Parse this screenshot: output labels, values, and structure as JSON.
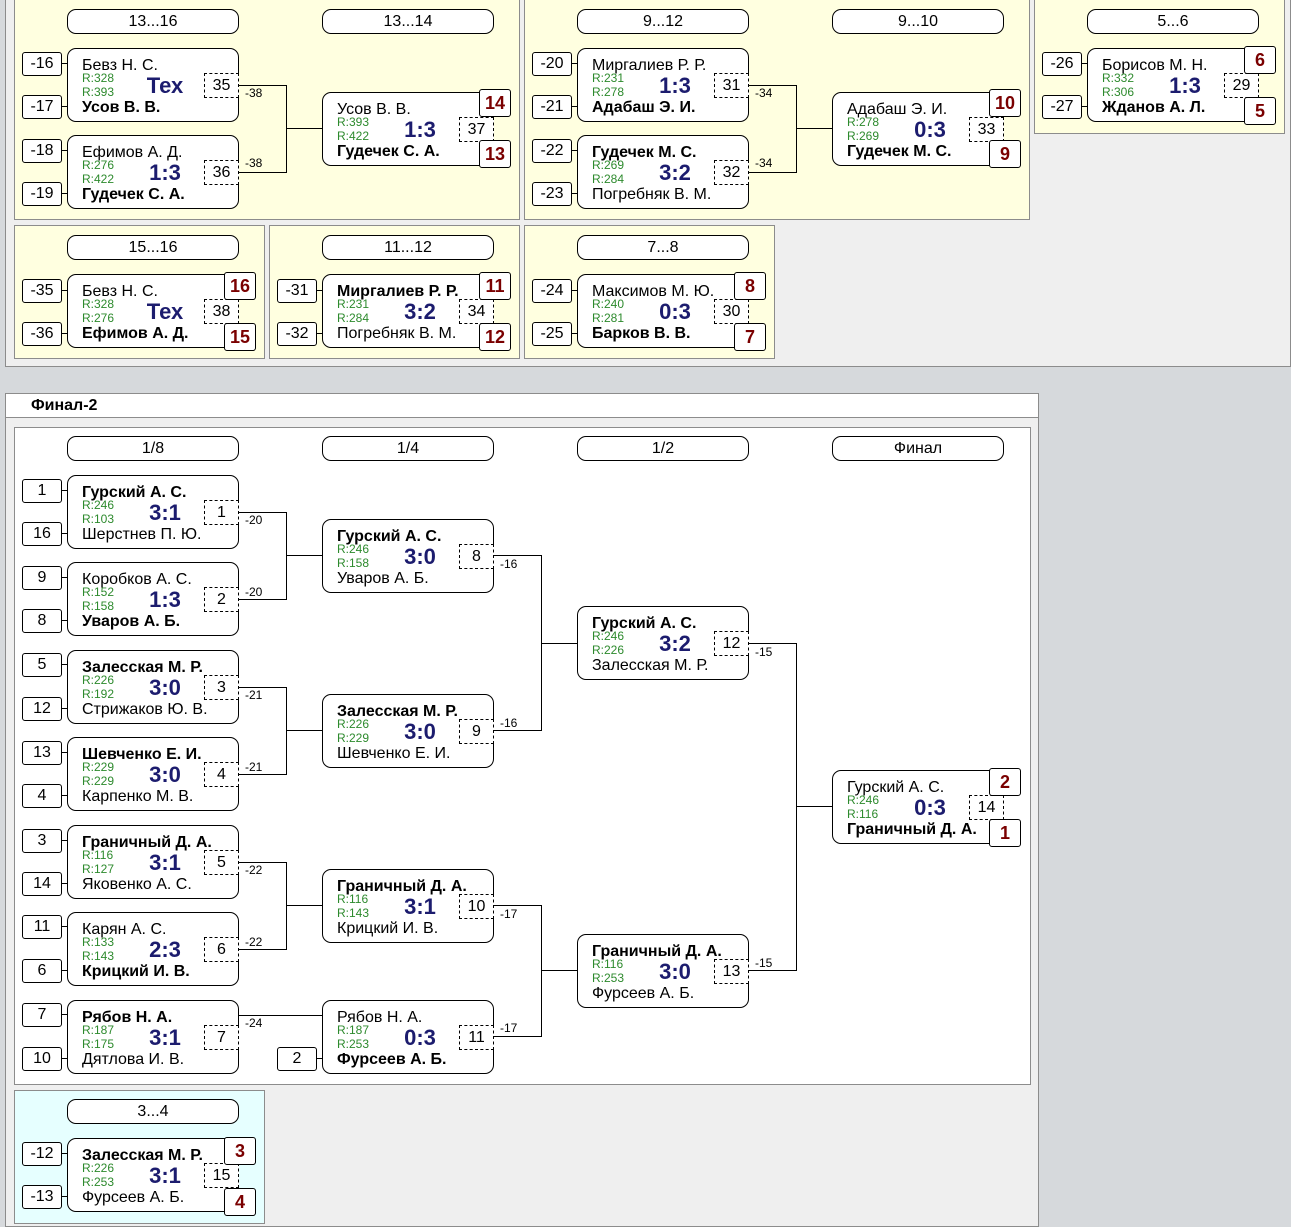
{
  "colors": {
    "panel_yellow": "#ffffe0",
    "panel_cyan": "#e6ffff",
    "score": "#1c1c6e",
    "rating": "#2d8a2d",
    "place": "#7a0000"
  },
  "section2_title": "Финал-2",
  "heads": {
    "h_13_16": "13...16",
    "h_13_14": "13...14",
    "h_9_12": "9...12",
    "h_9_10": "9...10",
    "h_5_6": "5...6",
    "h_15_16": "15...16",
    "h_11_12": "11...12",
    "h_7_8": "7...8",
    "r18": "1/8",
    "r14": "1/4",
    "r12": "1/2",
    "final": "Финал",
    "h_3_4": "3...4"
  },
  "seeds": {
    "a1": "-16",
    "a2": "-17",
    "a3": "-18",
    "a4": "-19",
    "b1": "-20",
    "b2": "-21",
    "b3": "-22",
    "b4": "-23",
    "c1": "-26",
    "c2": "-27",
    "d1": "-35",
    "d2": "-36",
    "e1": "-31",
    "e2": "-32",
    "f1": "-24",
    "f2": "-25",
    "m1": "1",
    "m2": "16",
    "m3": "9",
    "m4": "8",
    "m5": "5",
    "m6": "12",
    "m7": "13",
    "m8": "4",
    "m9": "3",
    "m10": "14",
    "m11": "11",
    "m12": "6",
    "m13": "7",
    "m14": "10",
    "m15": "2",
    "t1": "-12",
    "t2": "-13"
  },
  "places": {
    "p14": "14",
    "p13": "13",
    "p10": "10",
    "p9": "9",
    "p6": "6",
    "p5": "5",
    "p16": "16",
    "p15": "15",
    "p11": "11",
    "p12": "12",
    "p8": "8",
    "p7": "7",
    "pf2": "2",
    "pf1": "1",
    "p3": "3",
    "p4": "4"
  },
  "refs": {
    "a1": "-38",
    "a2": "-38",
    "b1": "-34",
    "b2": "-34",
    "q1": "-20",
    "q2": "-20",
    "q3": "-21",
    "q4": "-21",
    "q5": "-22",
    "q6": "-22",
    "q7": "-24",
    "s1": "-16",
    "s2": "-16",
    "s3": "-17",
    "s4": "-17",
    "f1": "-15",
    "f2": "-15"
  },
  "matches": {
    "m35": {
      "p1": "Бевз Н. С.",
      "r1": "R:328",
      "p2": "Усов В. В.",
      "r2": "R:393",
      "score": "Тех",
      "num": "35"
    },
    "m36": {
      "p1": "Ефимов А. Д.",
      "r1": "R:276",
      "p2": "Гудечек С. А.",
      "r2": "R:422",
      "score": "1:3",
      "num": "36"
    },
    "m37": {
      "p1": "Усов В. В.",
      "r1": "R:393",
      "p2": "Гудечек С. А.",
      "r2": "R:422",
      "score": "1:3",
      "num": "37"
    },
    "m31": {
      "p1": "Миргалиев Р. Р.",
      "r1": "R:231",
      "p2": "Адабаш Э. И.",
      "r2": "R:278",
      "score": "1:3",
      "num": "31"
    },
    "m32": {
      "p1": "Гудечек М. С.",
      "r1": "R:269",
      "p2": "Погребняк В. М.",
      "r2": "R:284",
      "score": "3:2",
      "num": "32"
    },
    "m33": {
      "p1": "Адабаш Э. И.",
      "r1": "R:278",
      "p2": "Гудечек М. С.",
      "r2": "R:269",
      "score": "0:3",
      "num": "33"
    },
    "m29": {
      "p1": "Борисов М. Н.",
      "r1": "R:332",
      "p2": "Жданов А. Л.",
      "r2": "R:306",
      "score": "1:3",
      "num": "29"
    },
    "m38": {
      "p1": "Бевз Н. С.",
      "r1": "R:328",
      "p2": "Ефимов А. Д.",
      "r2": "R:276",
      "score": "Тех",
      "num": "38"
    },
    "m34": {
      "p1": "Миргалиев Р. Р.",
      "r1": "R:231",
      "p2": "Погребняк В. М.",
      "r2": "R:284",
      "score": "3:2",
      "num": "34"
    },
    "m30": {
      "p1": "Максимов М. Ю.",
      "r1": "R:240",
      "p2": "Барков В. В.",
      "r2": "R:281",
      "score": "0:3",
      "num": "30"
    },
    "q1": {
      "p1": "Гурский А. С.",
      "r1": "R:246",
      "p2": "Шерстнев П. Ю.",
      "r2": "R:103",
      "score": "3:1",
      "num": "1"
    },
    "q2": {
      "p1": "Коробков А. С.",
      "r1": "R:152",
      "p2": "Уваров А. Б.",
      "r2": "R:158",
      "score": "1:3",
      "num": "2"
    },
    "q3": {
      "p1": "Залесская М. Р.",
      "r1": "R:226",
      "p2": "Стрижаков Ю. В.",
      "r2": "R:192",
      "score": "3:0",
      "num": "3"
    },
    "q4": {
      "p1": "Шевченко Е. И.",
      "r1": "R:229",
      "p2": "Карпенко М. В.",
      "r2": "R:229",
      "score": "3:0",
      "num": "4"
    },
    "q5": {
      "p1": "Граничный Д. А.",
      "r1": "R:116",
      "p2": "Яковенко А. С.",
      "r2": "R:127",
      "score": "3:1",
      "num": "5"
    },
    "q6": {
      "p1": "Карян А. С.",
      "r1": "R:133",
      "p2": "Крицкий И. В.",
      "r2": "R:143",
      "score": "2:3",
      "num": "6"
    },
    "q7": {
      "p1": "Рябов Н. А.",
      "r1": "R:187",
      "p2": "Дятлова И. В.",
      "r2": "R:175",
      "score": "3:1",
      "num": "7"
    },
    "s8": {
      "p1": "Гурский А. С.",
      "r1": "R:246",
      "p2": "Уваров А. Б.",
      "r2": "R:158",
      "score": "3:0",
      "num": "8"
    },
    "s9": {
      "p1": "Залесская М. Р.",
      "r1": "R:226",
      "p2": "Шевченко Е. И.",
      "r2": "R:229",
      "score": "3:0",
      "num": "9"
    },
    "s10": {
      "p1": "Граничный Д. А.",
      "r1": "R:116",
      "p2": "Крицкий И. В.",
      "r2": "R:143",
      "score": "3:1",
      "num": "10"
    },
    "s11": {
      "p1": "Рябов Н. А.",
      "r1": "R:187",
      "p2": "Фурсеев А. Б.",
      "r2": "R:253",
      "score": "0:3",
      "num": "11"
    },
    "h12": {
      "p1": "Гурский А. С.",
      "r1": "R:246",
      "p2": "Залесская М. Р.",
      "r2": "R:226",
      "score": "3:2",
      "num": "12"
    },
    "h13": {
      "p1": "Граничный Д. А.",
      "r1": "R:116",
      "p2": "Фурсеев А. Б.",
      "r2": "R:253",
      "score": "3:0",
      "num": "13"
    },
    "f14": {
      "p1": "Гурский А. С.",
      "r1": "R:246",
      "p2": "Граничный Д. А.",
      "r2": "R:116",
      "score": "0:3",
      "num": "14"
    },
    "t15": {
      "p1": "Залесская М. Р.",
      "r1": "R:226",
      "p2": "Фурсеев А. Б.",
      "r2": "R:253",
      "score": "3:1",
      "num": "15"
    }
  }
}
